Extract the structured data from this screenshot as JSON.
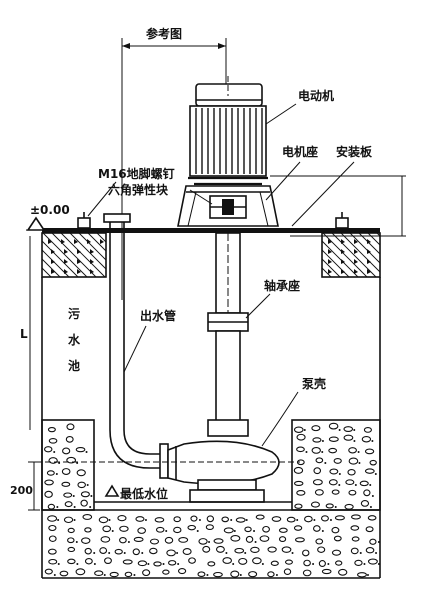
{
  "labels": {
    "reference": "参考图",
    "motor": "电动机",
    "motor_seat": "电机座",
    "mounting_plate": "安装板",
    "anchor_bolt": "M16地脚螺钉",
    "hex_block": "六角弹性块",
    "elevation_zero": "±0.00",
    "sump_1": "污",
    "sump_2": "水",
    "sump_3": "池",
    "length_L": "L",
    "outlet_pipe": "出水管",
    "bearing_seat": "轴承座",
    "pump_casing": "泵壳",
    "dim_200": "200",
    "lowest_level": "最低水位"
  },
  "colors": {
    "ink": "#111111",
    "paper": "#ffffff"
  }
}
